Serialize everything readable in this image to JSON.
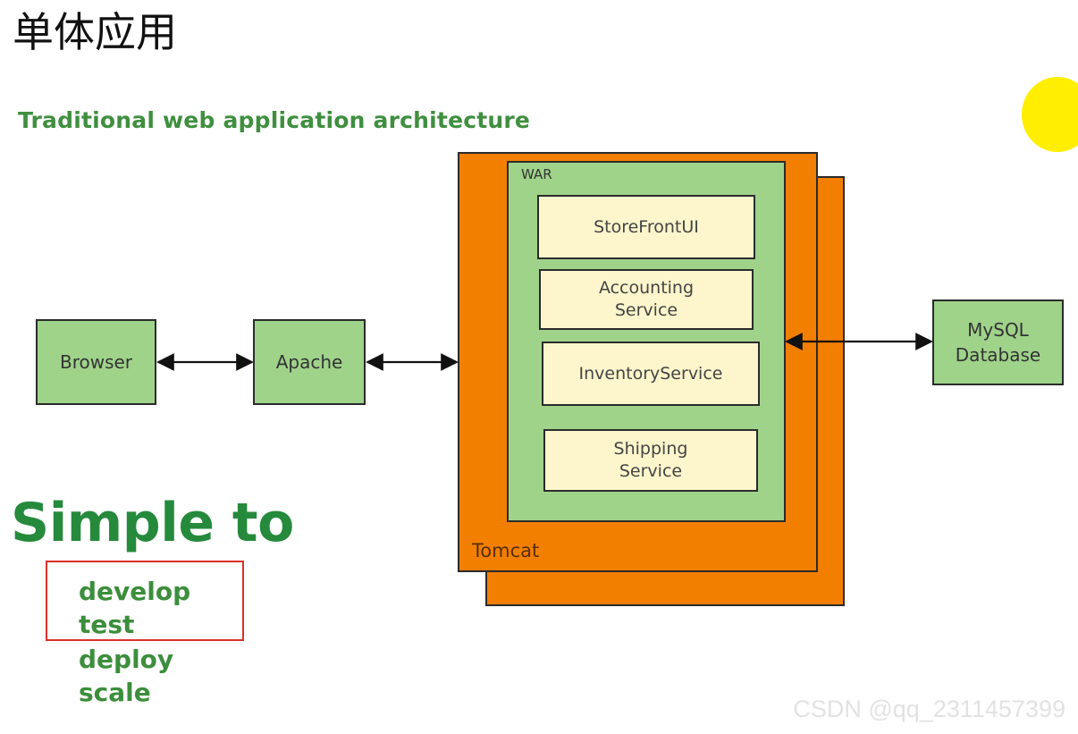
{
  "title": "单体应用",
  "subtitle": "Traditional web application architecture",
  "nodes": {
    "browser": "Browser",
    "apache": "Apache",
    "tomcat": "Tomcat",
    "war": "WAR",
    "store_front": "StoreFrontUI",
    "accounting": "Accounting\nService",
    "inventory": "InventoryService",
    "shipping": "Shipping\nService",
    "mysql": "MySQL\nDatabase"
  },
  "simple_to": {
    "heading": "Simple to",
    "items": [
      "develop",
      "test",
      "deploy",
      "scale"
    ]
  },
  "watermark": "CSDN @qq_2311457399",
  "colors": {
    "green_fill": "#9fd38a",
    "orange_fill": "#f27f00",
    "service_fill": "#fdf6cc",
    "heading_green": "#268a3c",
    "highlight_red": "#d9302a",
    "accent_yellow": "#ffee00"
  }
}
